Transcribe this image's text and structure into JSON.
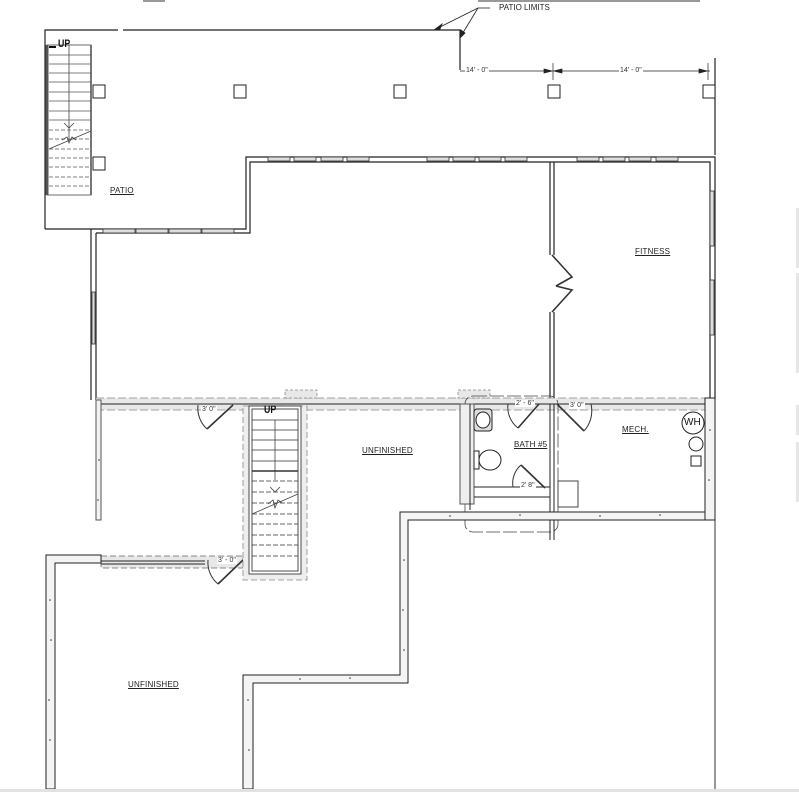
{
  "drawing": {
    "type": "basement floor plan",
    "annotations": {
      "patio_limits": "PATIO LIMITS"
    },
    "dimensions": {
      "column_spacing_1": "14' - 0\"",
      "column_spacing_2": "14' - 0\"",
      "door_left_room": "3' 0\"",
      "door_lower_room": "3' - 0\"",
      "door_bath": "2' - 6\"",
      "door_bath_inner": "2' 8\"",
      "door_mech": "3' 0\""
    },
    "rooms": {
      "patio": "PATIO",
      "fitness": "FITNESS",
      "unfinished_upper": "UNFINISHED",
      "unfinished_lower": "UNFINISHED",
      "bath": "BATH #5",
      "mech": "MECH."
    },
    "stairs": {
      "exterior_up": "UP",
      "interior_up": "UP"
    },
    "fixtures": {
      "water_heater": "WH"
    },
    "colors": {
      "line": "#222222",
      "wall_fill": "#e6e6e6",
      "concrete_fill": "#f2f2f2",
      "background": "#ffffff"
    }
  }
}
